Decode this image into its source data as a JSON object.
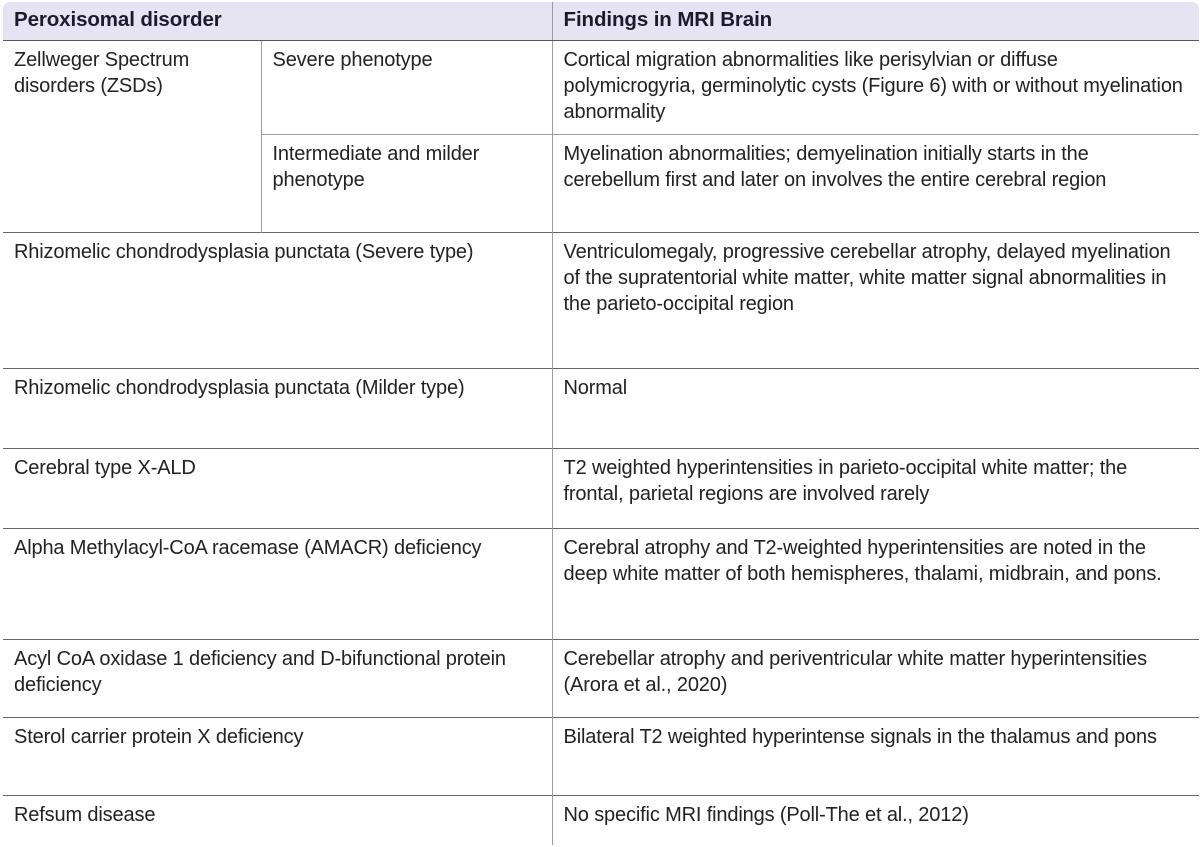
{
  "table": {
    "headers": {
      "col1": "Peroxisomal disorder",
      "col2": "Findings in MRI Brain"
    },
    "header_bg": "#e6e3f3",
    "border_color": "#5b8cb4",
    "rows": [
      {
        "disorder": "Zellweger Spectrum disorders (ZSDs)",
        "subrows": [
          {
            "phenotype": "Severe phenotype",
            "findings": "Cortical migration abnormalities like perisylvian or diffuse polymicrogyria, germinolytic cysts (Figure 6) with or without myelination abnormality"
          },
          {
            "phenotype": "Intermediate and milder phenotype",
            "findings": "Myelination abnormalities; demyelination initially starts in the cerebellum first and later on involves the entire cerebral region"
          }
        ]
      },
      {
        "disorder": "Rhizomelic chondrodysplasia punctata (Severe type)",
        "findings": "Ventriculomegaly, progressive cerebellar atrophy, delayed myelination of the supratentorial white matter, white matter signal abnormalities in the parieto-occipital region"
      },
      {
        "disorder": "Rhizomelic chondrodysplasia punctata (Milder type)",
        "findings": "Normal"
      },
      {
        "disorder": "Cerebral type X-ALD",
        "findings": "T2 weighted hyperintensities in parieto-occipital white matter; the frontal, parietal regions are involved rarely"
      },
      {
        "disorder": "Alpha Methylacyl-CoA racemase (AMACR) deficiency",
        "findings": "Cerebral atrophy and T2-weighted hyperintensities are noted in the deep white matter of both hemispheres, thalami, midbrain, and pons."
      },
      {
        "disorder": "Acyl CoA oxidase 1 deficiency and D-bifunctional protein deficiency",
        "findings": "Cerebellar atrophy and periventricular white matter hyperintensities (Arora et al., 2020)"
      },
      {
        "disorder": "Sterol carrier protein X deficiency",
        "findings": "Bilateral T2 weighted hyperintense signals in the thalamus and pons"
      },
      {
        "disorder": "Refsum disease",
        "findings": "No specific MRI findings (Poll-The et al., 2012)"
      }
    ]
  }
}
